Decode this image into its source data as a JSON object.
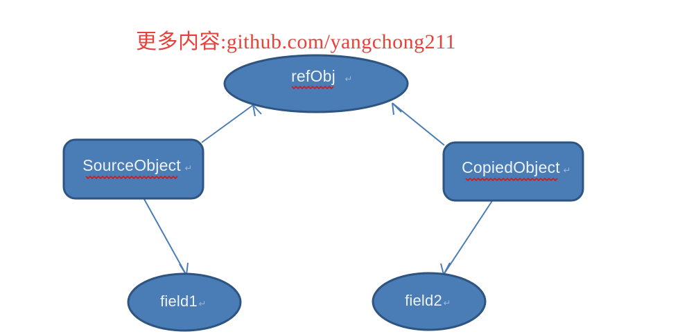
{
  "watermark": {
    "text": "更多内容:github.com/yangchong211",
    "color": "#e8403a"
  },
  "theme": {
    "background": "#ffffff",
    "shape_fill": "#4a7cb5",
    "shape_border": "#2e5481",
    "connector": "#4a7cb5",
    "label_color": "#eef3f9",
    "spellcheck_underline": "#d11a1a"
  },
  "diagram": {
    "type": "object-reference",
    "nodes": [
      {
        "id": "refObj",
        "label": "refObj",
        "shape": "ellipse",
        "pilcrow": "↵",
        "misspelled": true
      },
      {
        "id": "sourceObject",
        "label": "SourceObject",
        "shape": "rounded-rectangle",
        "pilcrow": "↵",
        "misspelled": true
      },
      {
        "id": "copiedObject",
        "label": "CopiedObject",
        "shape": "rounded-rectangle",
        "pilcrow": "↵",
        "misspelled": true
      },
      {
        "id": "field1",
        "label": "field1",
        "shape": "ellipse",
        "pilcrow": "↵",
        "misspelled": false
      },
      {
        "id": "field2",
        "label": "field2",
        "shape": "ellipse",
        "pilcrow": "↵",
        "misspelled": false
      }
    ],
    "edges": [
      {
        "id": "edge-source-to-refobj",
        "from": "sourceObject",
        "to": "refObj",
        "arrow": "open"
      },
      {
        "id": "edge-copied-to-refobj",
        "from": "copiedObject",
        "to": "refObj",
        "arrow": "open"
      },
      {
        "id": "edge-source-to-field1",
        "from": "sourceObject",
        "to": "field1",
        "arrow": "open"
      },
      {
        "id": "edge-copied-to-field2",
        "from": "copiedObject",
        "to": "field2",
        "arrow": "open"
      }
    ]
  }
}
